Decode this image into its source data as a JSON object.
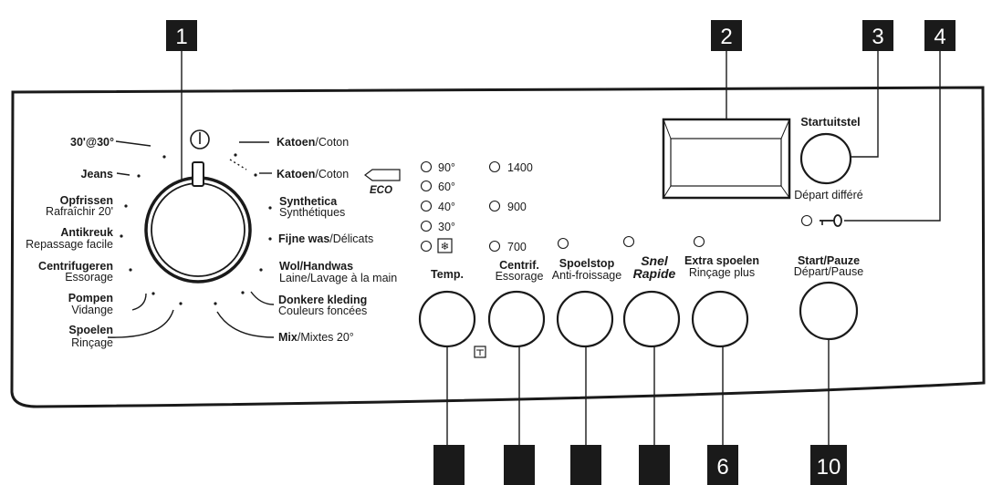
{
  "callouts": {
    "c1": "1",
    "c2": "2",
    "c3": "3",
    "c4": "4",
    "c6": "6",
    "c10": "10"
  },
  "dial": {
    "left_programs": [
      {
        "bold": "30'@30°",
        "normal": ""
      },
      {
        "bold": "Jeans",
        "normal": ""
      },
      {
        "bold": "Opfrissen",
        "normal": "Rafraîchir 20'"
      },
      {
        "bold": "Antikreuk",
        "normal": "Repassage facile"
      },
      {
        "bold": "Centrifugeren",
        "normal": "Essorage"
      },
      {
        "bold": "Pompen",
        "normal": "Vidange"
      },
      {
        "bold": "Spoelen",
        "normal": "Rinçage"
      }
    ],
    "right_programs": [
      {
        "bold": "Katoen",
        "normal": "/Coton"
      },
      {
        "bold": "Katoen",
        "normal": "/Coton"
      },
      {
        "bold": "Synthetica",
        "normal": "Synthétiques"
      },
      {
        "bold": "Fijne was",
        "normal": "/Délicats"
      },
      {
        "bold": "Wol/Handwas",
        "normal": "Laine/Lavage à la main"
      },
      {
        "bold": "Donkere kleding",
        "normal": "Couleurs foncées"
      },
      {
        "bold": "Mix",
        "normal": "/Mixtes 20°"
      }
    ],
    "eco_label": "ECO"
  },
  "temperature_options": [
    "90°",
    "60°",
    "40°",
    "30°",
    "❄"
  ],
  "spin_options": [
    "1400",
    "900",
    "700"
  ],
  "buttons": {
    "temp": {
      "line1": "Temp.",
      "line2": ""
    },
    "spin": {
      "line1": "Centrif.",
      "line2": "Essorage"
    },
    "spoelstop": {
      "line1": "Spoelstop",
      "line2": "Anti-froissage"
    },
    "snel": {
      "line1": "Snel",
      "line2": "Rapide"
    },
    "extra": {
      "line1": "Extra spoelen",
      "line2": "Rinçage plus"
    },
    "startuitstel": {
      "line1": "Startuitstel",
      "line2": "Départ différé"
    },
    "start": {
      "line1": "Start/Pauze",
      "line2": "Départ/Pause"
    }
  },
  "colors": {
    "ink": "#1a1a1a",
    "panel": "#ffffff"
  }
}
